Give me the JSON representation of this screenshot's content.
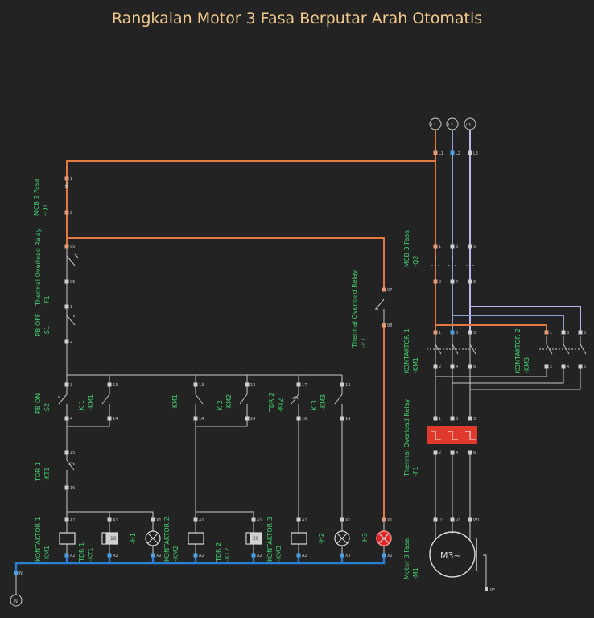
{
  "title": "Rangkaian Motor 3 Fasa Berputar Arah Otomatis",
  "labels": {
    "mcb1": [
      "MCB 1 Fasa",
      "-Q1"
    ],
    "tor1": [
      "Thermal Overload Relay",
      "-F1"
    ],
    "pboff": [
      "PB OFF",
      "-S1"
    ],
    "pbon": [
      "PB ON",
      "-S2"
    ],
    "k1": [
      "K 1",
      "-KM1"
    ],
    "km1c": [
      "-KM1"
    ],
    "k2": [
      "K 2",
      "-KM2"
    ],
    "tdr2c": [
      "TDR 2",
      "-KT2"
    ],
    "k3": [
      "K 3",
      "-KM3"
    ],
    "tdr1c": [
      "TDR 1",
      "-KT1"
    ],
    "torc": [
      "Thermal Overload Relay",
      "-F1"
    ],
    "kont1": [
      "KONTAKTOR 1",
      "-KM1"
    ],
    "tdr1": [
      "TDR 1",
      "-KT1"
    ],
    "h1": [
      "-H1"
    ],
    "kont2": [
      "KONTAKTOR 2",
      "-KM2"
    ],
    "tdr2": [
      "TDR 2",
      "-KT2"
    ],
    "kont3": [
      "KONTAKTOR 3",
      "-KM3"
    ],
    "h2": [
      "-H2"
    ],
    "h3": [
      "-H3"
    ],
    "mcb3": [
      "MCB 3 Fasa",
      "-Q2"
    ],
    "pk1": [
      "KONTAKTOR 1",
      "-KM1"
    ],
    "pk2": [
      "KONTAKTOR 2",
      "-KM3"
    ],
    "ptor": [
      "Thermal Overload Relay",
      "-F1"
    ],
    "motor": [
      "Motor 3 Fasa",
      "-M1"
    ]
  },
  "terminals": {
    "L1": "L1",
    "L2": "L2",
    "L3": "L3",
    "N": "N",
    "PE": "PE",
    "motor_symbol": "M3~",
    "tdr1_value": "10",
    "tdr2_value": "20"
  },
  "colors": {
    "background": "#232323",
    "phase_l1": "#e07a40",
    "phase_l2": "#8a9ed0",
    "phase_l3": "#b8b8ee",
    "neutral": "#2a7fd4",
    "control": "#c8c8c8",
    "label": "#3fd06a",
    "title": "#f3c98b",
    "overload_block": "#e03a2c",
    "lamp_h3": "#e02525"
  }
}
